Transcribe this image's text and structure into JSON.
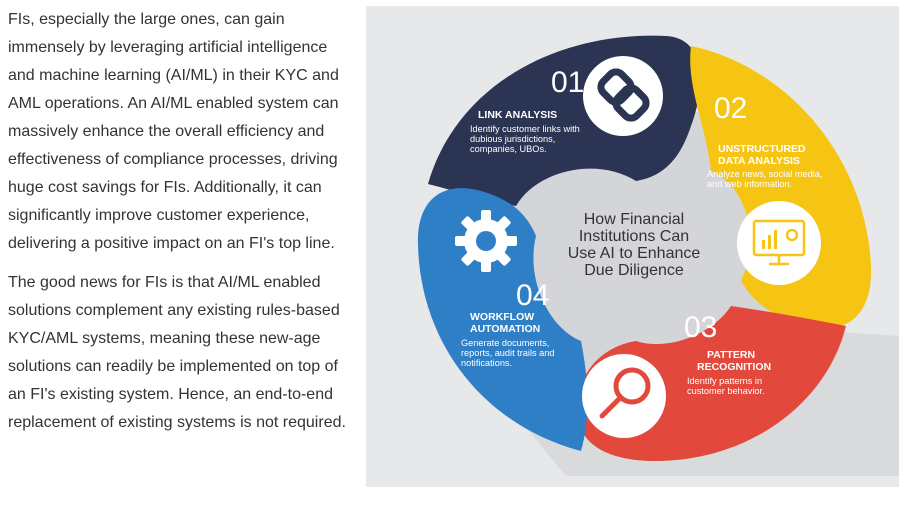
{
  "article": {
    "paragraphs": [
      "FIs, especially the large ones, can gain immensely by leveraging artificial intelligence and machine learning (AI/ML) in their KYC and AML operations. An AI/ML enabled system can massively enhance the overall efficiency and effectiveness of compliance processes, driving huge cost savings for FIs. Additionally, it can significantly improve customer experience, delivering a positive impact on an FI's top line.",
      "The good news for FIs is that AI/ML enabled solutions complement any existing rules-based KYC/AML systems, meaning these new-age solutions can readily be implemented on top of an FI's existing system. Hence, an end-to-end replacement of existing systems is not required."
    ]
  },
  "infographic": {
    "center_lines": [
      "How Financial",
      "Institutions Can",
      "Use AI to Enhance",
      "Due Diligence"
    ],
    "colors": {
      "navy": "#2b3553",
      "yellow": "#f6c514",
      "red": "#e2483b",
      "blue": "#2f7fc7",
      "center": "#d4d5d8",
      "background": "#e7e8ea"
    },
    "segments": [
      {
        "number": "01",
        "title_lines": [
          "LINK ANALYSIS"
        ],
        "desc_lines": [
          "Identify customer links with",
          "dubious jurisdictions,",
          "companies, UBOs."
        ],
        "icon": "chain-link-icon"
      },
      {
        "number": "02",
        "title_lines": [
          "UNSTRUCTURED",
          "DATA ANALYSIS"
        ],
        "desc_lines": [
          "Analyze news, social media,",
          "and web information."
        ],
        "icon": "monitor-chart-gear-icon"
      },
      {
        "number": "03",
        "title_lines": [
          "PATTERN",
          "RECOGNITION"
        ],
        "desc_lines": [
          "Identify patterns in",
          "customer behavior."
        ],
        "icon": "magnifier-icon"
      },
      {
        "number": "04",
        "title_lines": [
          "WORKFLOW",
          "AUTOMATION"
        ],
        "desc_lines": [
          "Generate documents,",
          "reports, audit trails and",
          "notifications."
        ],
        "icon": "gear-icon"
      }
    ]
  }
}
